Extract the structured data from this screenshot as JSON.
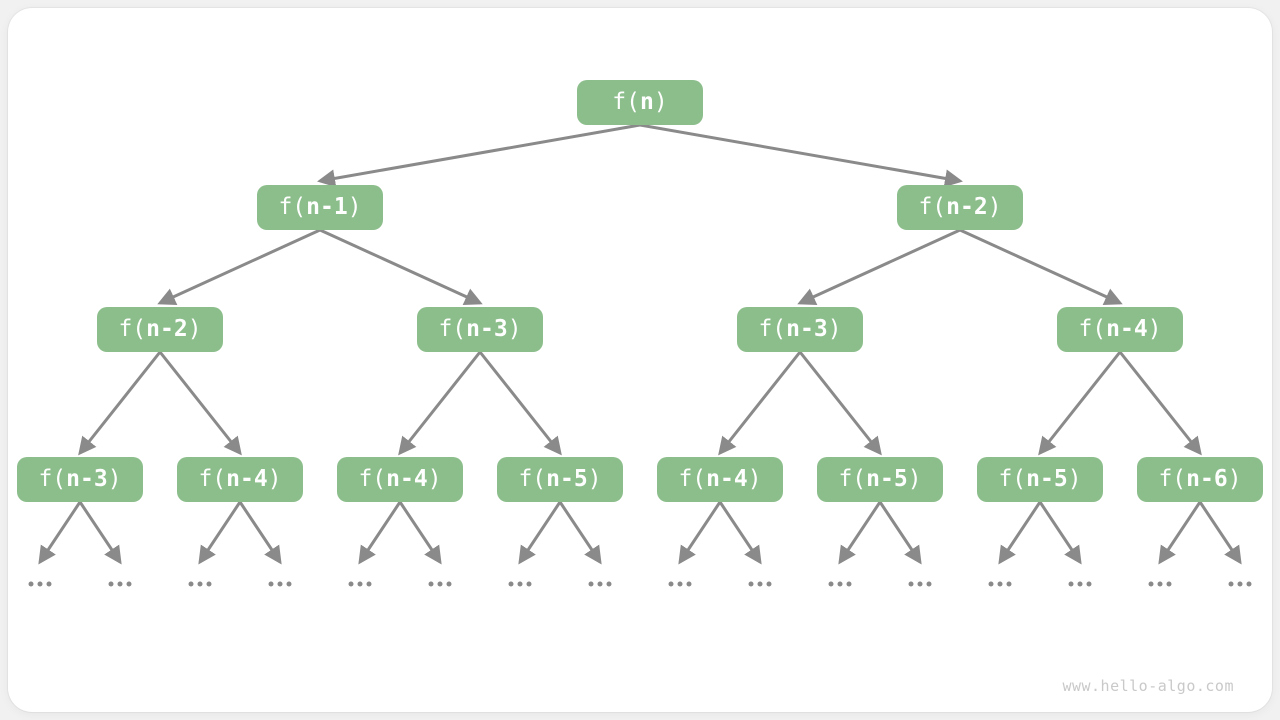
{
  "watermark": "www.hello-algo.com",
  "colors": {
    "page_bg": "#f1f1f1",
    "card_bg": "#ffffff",
    "node_fill": "#8CBE8C",
    "node_text": "#ffffff",
    "arrow": "#8A8A8A",
    "dot": "#8a8a8a",
    "watermark": "#c9c9c9"
  },
  "tree": {
    "label": "f(n)",
    "children": [
      {
        "label": "f(n-1)",
        "children": [
          {
            "label": "f(n-2)",
            "children": [
              {
                "label": "f(n-3)",
                "children": [
                  {
                    "label": "..."
                  },
                  {
                    "label": "..."
                  }
                ]
              },
              {
                "label": "f(n-4)",
                "children": [
                  {
                    "label": "..."
                  },
                  {
                    "label": "..."
                  }
                ]
              }
            ]
          },
          {
            "label": "f(n-3)",
            "children": [
              {
                "label": "f(n-4)",
                "children": [
                  {
                    "label": "..."
                  },
                  {
                    "label": "..."
                  }
                ]
              },
              {
                "label": "f(n-5)",
                "children": [
                  {
                    "label": "..."
                  },
                  {
                    "label": "..."
                  }
                ]
              }
            ]
          }
        ]
      },
      {
        "label": "f(n-2)",
        "children": [
          {
            "label": "f(n-3)",
            "children": [
              {
                "label": "f(n-4)",
                "children": [
                  {
                    "label": "..."
                  },
                  {
                    "label": "..."
                  }
                ]
              },
              {
                "label": "f(n-5)",
                "children": [
                  {
                    "label": "..."
                  },
                  {
                    "label": "..."
                  }
                ]
              }
            ]
          },
          {
            "label": "f(n-4)",
            "children": [
              {
                "label": "f(n-5)",
                "children": [
                  {
                    "label": "..."
                  },
                  {
                    "label": "..."
                  }
                ]
              },
              {
                "label": "f(n-6)",
                "children": [
                  {
                    "label": "..."
                  },
                  {
                    "label": "..."
                  }
                ]
              }
            ]
          }
        ]
      }
    ]
  }
}
